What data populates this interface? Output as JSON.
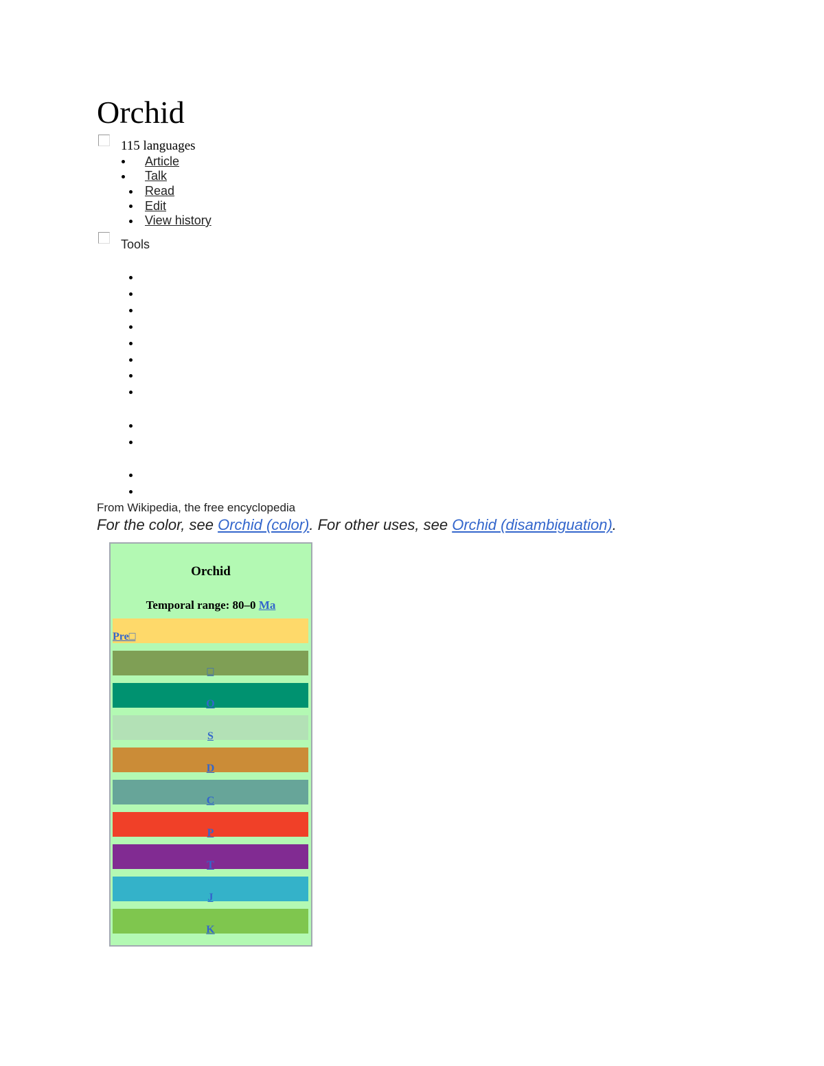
{
  "page_title": "Orchid",
  "languages": "115 languages",
  "namespace_tabs": [
    "Article",
    "Talk"
  ],
  "view_tabs": [
    "Read",
    "Edit",
    "View history"
  ],
  "tools": "Tools",
  "tagline": "From Wikipedia, the free encyclopedia",
  "hatnote": {
    "pre": "For the color, see ",
    "link1": "Orchid (color)",
    "mid": ". For other uses, see ",
    "link2": "Orchid (disambiguation)",
    "end": "."
  },
  "infobox": {
    "title": "Orchid",
    "range_label": "Temporal range: 80–0 ",
    "range_link": "Ma",
    "periods": [
      {
        "label": "Pre□",
        "color": "#fed96a"
      },
      {
        "label": "□",
        "color": "#7f9f55"
      },
      {
        "label": "O",
        "color": "#009270"
      },
      {
        "label": "S",
        "color": "#b3e1b6"
      },
      {
        "label": "D",
        "color": "#cb8c37"
      },
      {
        "label": "C",
        "color": "#67a599"
      },
      {
        "label": "P",
        "color": "#f04028"
      },
      {
        "label": "T",
        "color": "#812b92"
      },
      {
        "label": "J",
        "color": "#34b2c9"
      },
      {
        "label": "K",
        "color": "#7fc64e"
      }
    ]
  }
}
